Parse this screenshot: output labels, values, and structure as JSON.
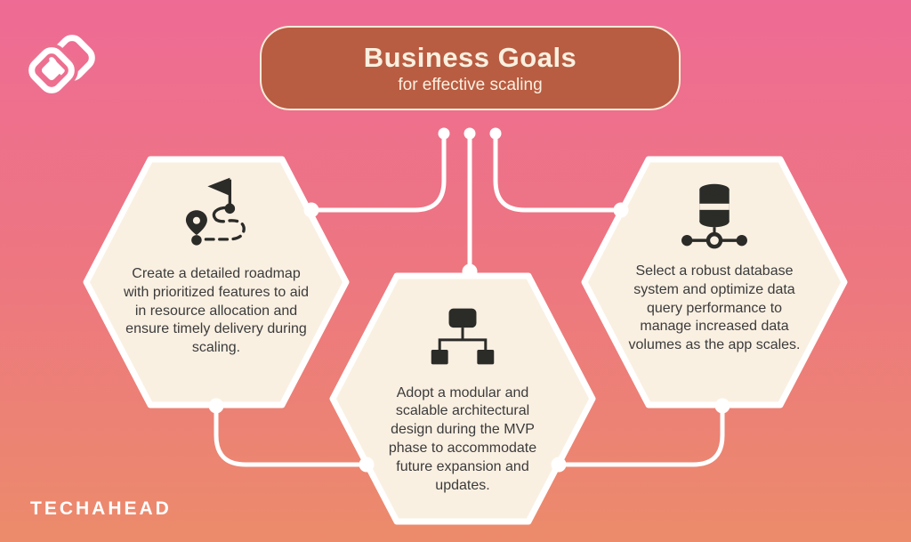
{
  "header": {
    "title": "Business Goals",
    "subtitle": "for effective scaling"
  },
  "hexagons": [
    {
      "id": "roadmap",
      "icon": "roadmap-flag-icon",
      "text": "Create a detailed roadmap with prioritized features to aid in resource allocation and ensure timely delivery during scaling."
    },
    {
      "id": "architecture",
      "icon": "org-chart-icon",
      "text": "Adopt a modular and scalable architectural design during the MVP phase to accommodate future expansion and updates."
    },
    {
      "id": "database",
      "icon": "database-network-icon",
      "text": "Select a robust database system and optimize data query performance to manage increased data volumes as the app scales."
    }
  ],
  "footer": {
    "brand": "TECHAHEAD"
  },
  "colors": {
    "background_top": "#EE6B95",
    "background_bottom": "#EC8B6B",
    "banner_fill": "#B85C42",
    "banner_border": "#F8ECD8",
    "banner_text": "#FAF0DF",
    "hexagon_fill": "#FAF0E2",
    "hexagon_border": "#FFFFFF",
    "icon_color": "#2B2B28",
    "body_text": "#3B3B3B",
    "connector": "#FFFFFF",
    "brand_text": "#FFFFFF"
  }
}
